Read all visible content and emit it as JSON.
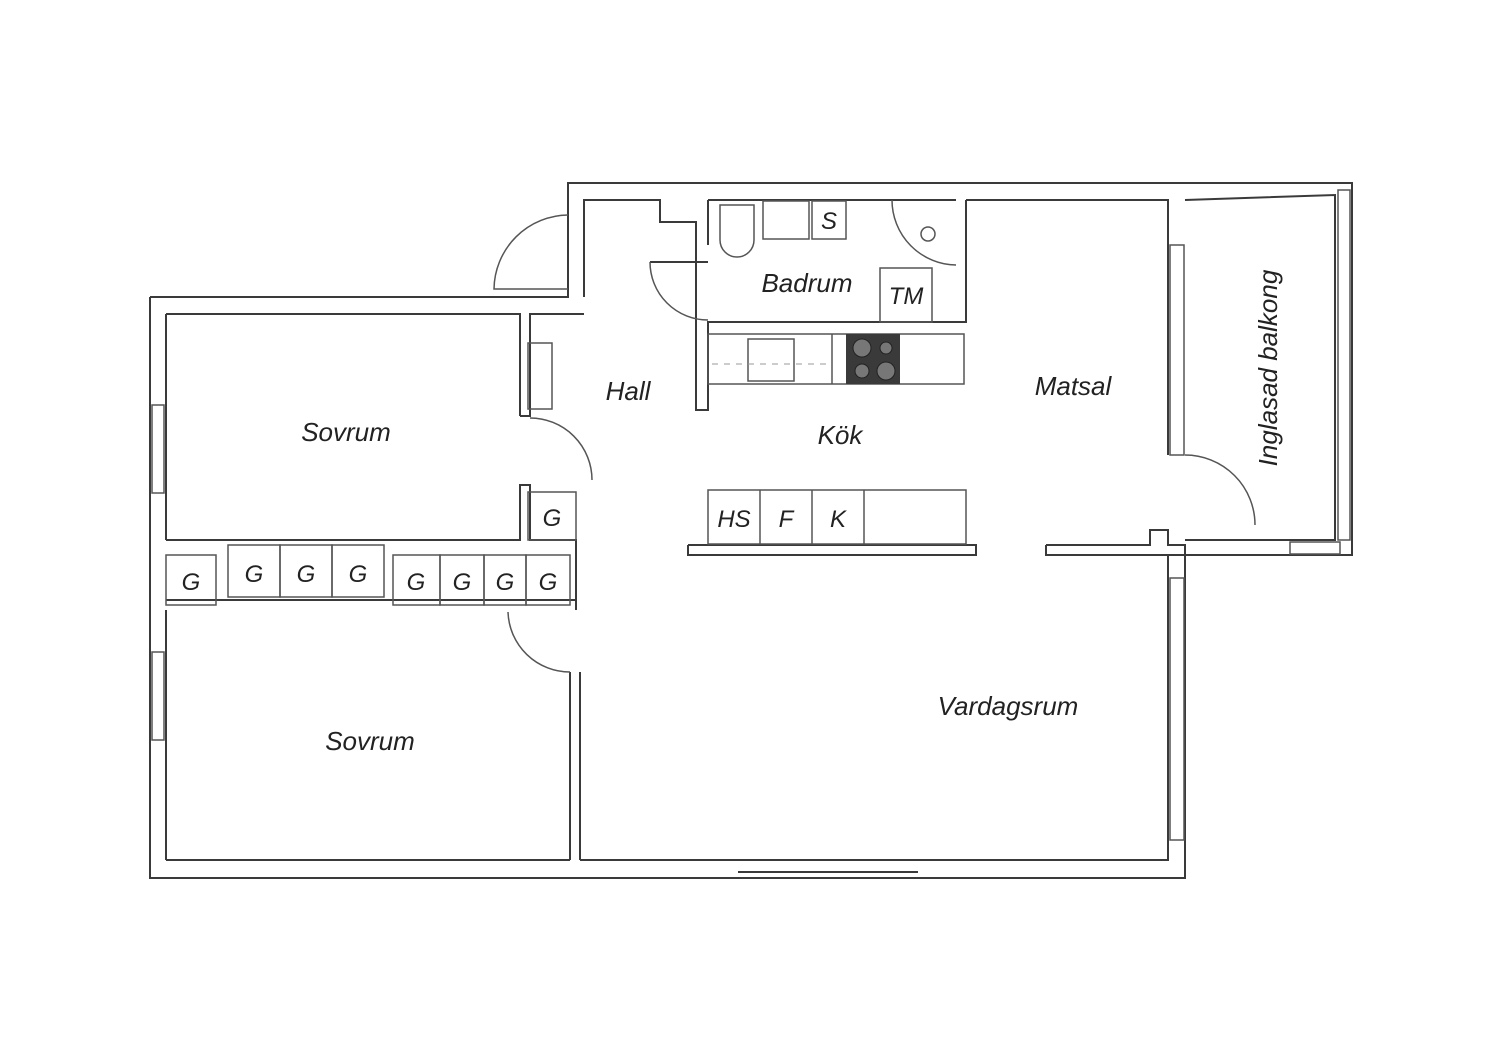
{
  "rooms": {
    "sovrum_top": "Sovrum",
    "sovrum_bottom": "Sovrum",
    "hall": "Hall",
    "kok": "Kök",
    "badrum": "Badrum",
    "matsal": "Matsal",
    "vardagsrum": "Vardagsrum",
    "balkong": "Inglasad balkong"
  },
  "fixtures": {
    "s": "S",
    "tm": "TM",
    "hs": "HS",
    "f": "F",
    "k": "K",
    "g": [
      "G",
      "G",
      "G",
      "G",
      "G",
      "G",
      "G",
      "G",
      "G"
    ]
  }
}
